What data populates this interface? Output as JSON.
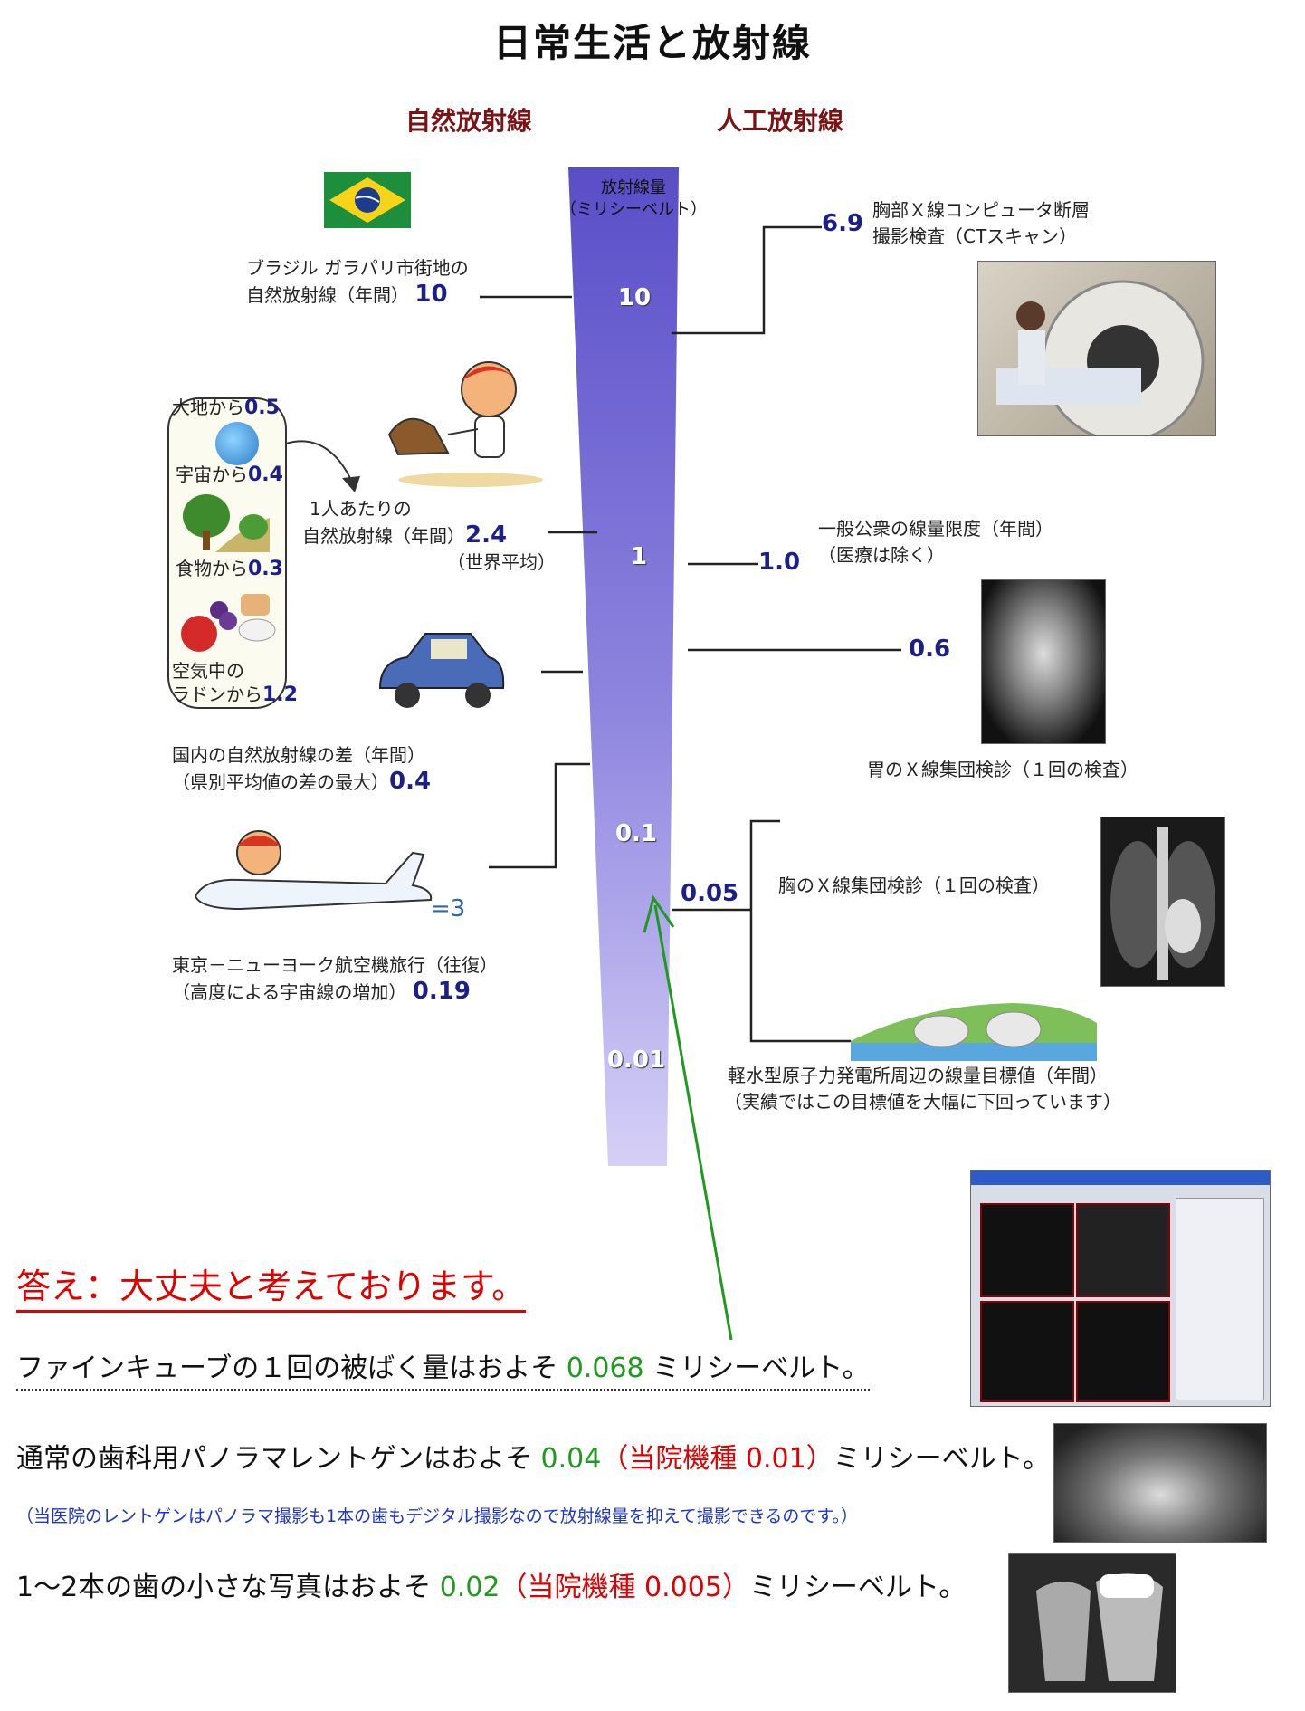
{
  "title": "日常生活と放射線",
  "headers": {
    "natural": "自然放射線",
    "artificial": "人工放射線"
  },
  "scale": {
    "unit_label": "放射線量",
    "unit_sub": "（ミリシーベルト）",
    "ticks": [
      "10",
      "1",
      "0.1",
      "0.01"
    ]
  },
  "natural": {
    "brazil": {
      "line1": "ブラジル ガラパリ市街地の",
      "line2": "自然放射線（年間）",
      "value": "10"
    },
    "sources": [
      {
        "label": "大地から",
        "value": "0.5"
      },
      {
        "label": "宇宙から",
        "value": "0.4"
      },
      {
        "label": "食物から",
        "value": "0.3"
      },
      {
        "label": "空気中の",
        "label2": "ラドンから",
        "value": "1.2"
      }
    ],
    "per_person": {
      "line1": "1人あたりの",
      "line2": "自然放射線（年間）",
      "value": "2.4",
      "line3": "（世界平均）"
    },
    "domestic": {
      "line1": "国内の自然放射線の差（年間）",
      "line2": "（県別平均値の差の最大）",
      "value": "0.4"
    },
    "flight": {
      "line1": "東京－ニューヨーク航空機旅行（往復）",
      "line2": "（高度による宇宙線の増加）",
      "value": "0.19"
    }
  },
  "artificial": {
    "ct": {
      "value": "6.9",
      "line1": "胸部Ｘ線コンピュータ断層",
      "line2": "撮影検査（CTスキャン）"
    },
    "public": {
      "line1": "一般公衆の線量限度（年間）",
      "line2": "（医療は除く）",
      "value": "1.0"
    },
    "stomach": {
      "value": "0.6",
      "label": "胃のＸ線集団検診（１回の検査）"
    },
    "chest": {
      "value": "0.05",
      "label": "胸のＸ線集団検診（１回の検査）"
    },
    "nuclear": {
      "line1": "軽水型原子力発電所周辺の線量目標値（年間）",
      "line2": "（実績ではこの目標値を大幅に下回っています）"
    }
  },
  "answer": "答え：大丈夫と考えております。",
  "finecube": {
    "pre": "ファインキューブの１回の被ばく量はおよそ ",
    "value": "0.068",
    "post": " ミリシーベルト。"
  },
  "panorama": {
    "pre": "通常の歯科用パノラマレントゲンはおよそ ",
    "value": "0.04",
    "paren_open": "（",
    "clinic": "当院機種 0.01",
    "paren_close": "）",
    "post": "ミリシーベルト。"
  },
  "note": "（当医院のレントゲンはパノラマ撮影も1本の歯もデジタル撮影なので放射線量を抑えて撮影できるのです。）",
  "small": {
    "pre": "1～2本の歯の小さな写真はおよそ ",
    "value": "0.02",
    "paren_open": "（",
    "clinic": "当院機種 0.005",
    "paren_close": "）",
    "post": "ミリシーベルト。"
  },
  "colors": {
    "scale_top": "#5a4ec8",
    "scale_bottom": "#d2ccf5",
    "value_blue": "#1c1f87",
    "header_red": "#7a1414",
    "answer_red": "#e00000",
    "green": "#1f9a1f",
    "note_blue": "#1d34c8"
  }
}
